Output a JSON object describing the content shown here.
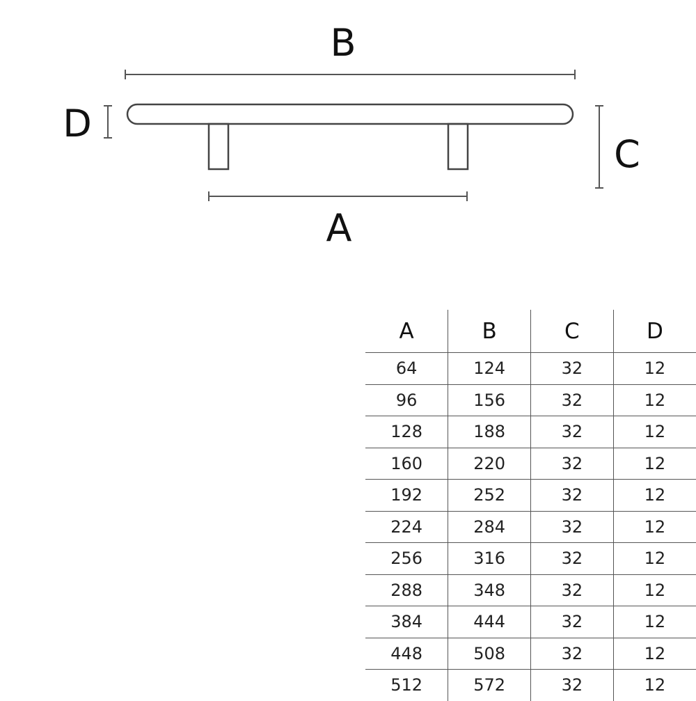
{
  "diagram": {
    "label_a": "A",
    "label_b": "B",
    "label_c": "C",
    "label_d": "D"
  },
  "table": {
    "headers": [
      "A",
      "B",
      "C",
      "D"
    ],
    "rows": [
      [
        "64",
        "124",
        "32",
        "12"
      ],
      [
        "96",
        "156",
        "32",
        "12"
      ],
      [
        "128",
        "188",
        "32",
        "12"
      ],
      [
        "160",
        "220",
        "32",
        "12"
      ],
      [
        "192",
        "252",
        "32",
        "12"
      ],
      [
        "224",
        "284",
        "32",
        "12"
      ],
      [
        "256",
        "316",
        "32",
        "12"
      ],
      [
        "288",
        "348",
        "32",
        "12"
      ],
      [
        "384",
        "444",
        "32",
        "12"
      ],
      [
        "448",
        "508",
        "32",
        "12"
      ],
      [
        "512",
        "572",
        "32",
        "12"
      ]
    ]
  }
}
